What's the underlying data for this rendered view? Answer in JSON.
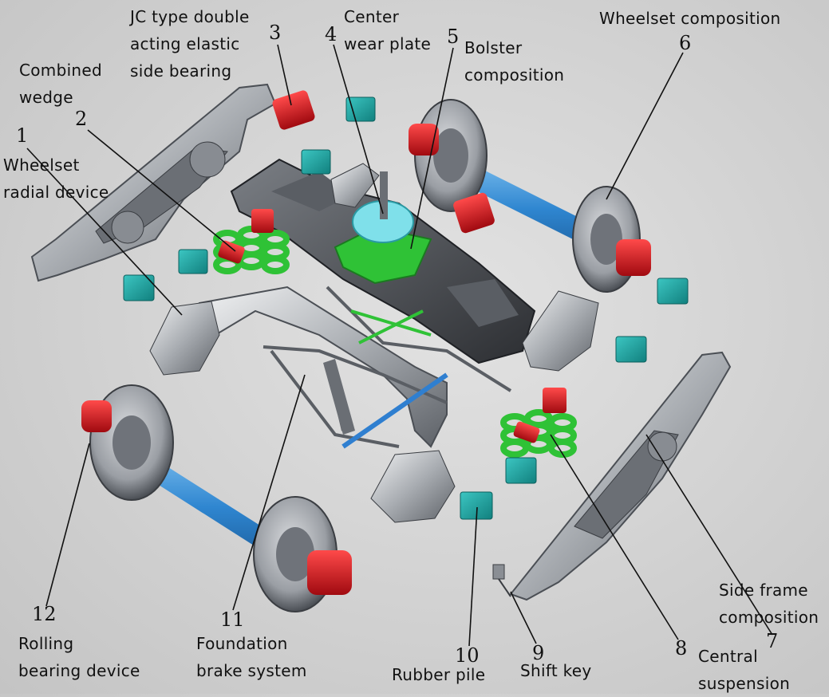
{
  "colors": {
    "background": "#cfcfcf",
    "steel": "#b9bcc0",
    "dark_steel": "#3f4247",
    "axle_blue": "#3b8fd6",
    "bearing_red": "#d8121b",
    "spring_green": "#2fc236",
    "pad_teal": "#1aa3a0"
  },
  "parts": [
    {
      "num": "1",
      "label_lines": [
        "Wheelset",
        "radial device"
      ]
    },
    {
      "num": "2",
      "label_lines": [
        "Combined",
        "wedge"
      ]
    },
    {
      "num": "3",
      "label_lines": [
        "JC type double",
        "acting elastic",
        "side bearing"
      ]
    },
    {
      "num": "4",
      "label_lines": [
        "Center",
        "wear plate"
      ]
    },
    {
      "num": "5",
      "label_lines": [
        "Bolster",
        "composition"
      ]
    },
    {
      "num": "6",
      "label_lines": [
        "Wheelset composition"
      ]
    },
    {
      "num": "7",
      "label_lines": [
        "Side frame",
        "composition"
      ]
    },
    {
      "num": "8",
      "label_lines": [
        "Central",
        "suspension"
      ]
    },
    {
      "num": "9",
      "label_lines": [
        "Shift key"
      ]
    },
    {
      "num": "10",
      "label_lines": [
        "Rubber pile"
      ]
    },
    {
      "num": "11",
      "label_lines": [
        "Foundation",
        "brake system"
      ]
    },
    {
      "num": "12",
      "label_lines": [
        "Rolling",
        "bearing device"
      ]
    }
  ]
}
